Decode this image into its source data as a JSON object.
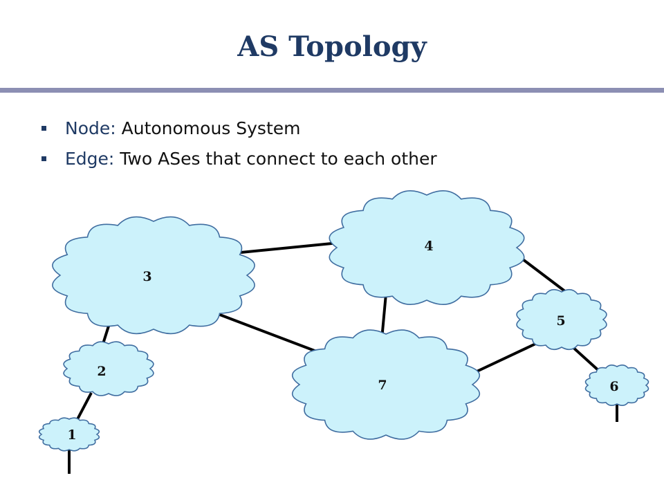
{
  "slide": {
    "title": "AS Topology",
    "bullets": [
      {
        "term": "Node:",
        "text": " Autonomous System"
      },
      {
        "term": "Edge:",
        "text": " Two ASes that connect to each other"
      }
    ]
  },
  "colors": {
    "title": "#1f3a64",
    "rule": "#8c8fb3",
    "cloud_fill": "#ccf2fb",
    "cloud_stroke": "#3f6da0"
  },
  "diagram": {
    "nodes": [
      {
        "id": "1",
        "label": "1"
      },
      {
        "id": "2",
        "label": "2"
      },
      {
        "id": "3",
        "label": "3"
      },
      {
        "id": "4",
        "label": "4"
      },
      {
        "id": "5",
        "label": "5"
      },
      {
        "id": "6",
        "label": "6"
      },
      {
        "id": "7",
        "label": "7"
      }
    ],
    "edges": [
      {
        "from": "3",
        "to": "4"
      },
      {
        "from": "3",
        "to": "7"
      },
      {
        "from": "3",
        "to": "2"
      },
      {
        "from": "2",
        "to": "1"
      },
      {
        "from": "4",
        "to": "7"
      },
      {
        "from": "4",
        "to": "5"
      },
      {
        "from": "5",
        "to": "7"
      },
      {
        "from": "5",
        "to": "6"
      }
    ],
    "stubs": [
      "1",
      "6"
    ]
  }
}
